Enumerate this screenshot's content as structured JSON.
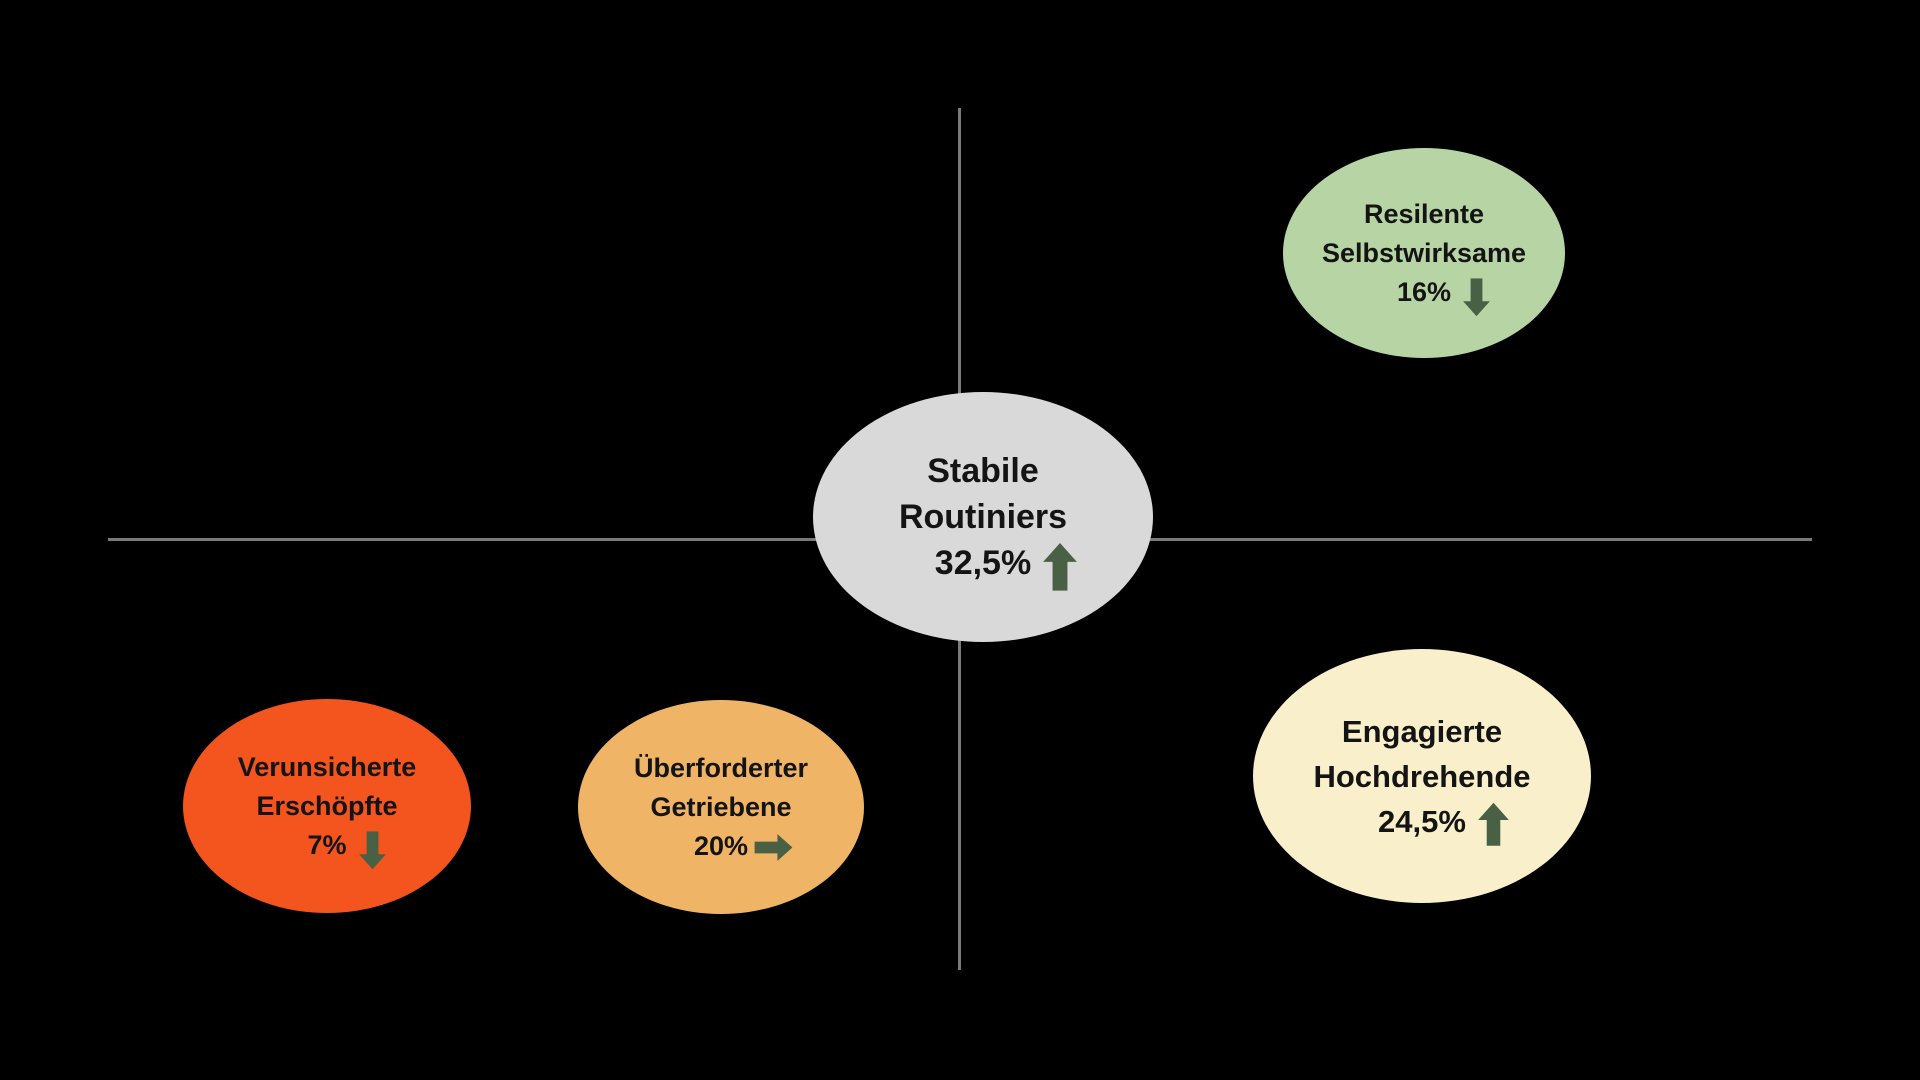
{
  "colors": {
    "background": "#000000",
    "axis": "#7a7a7a",
    "arrow": "#4a6044",
    "text": "#141414"
  },
  "bubbles": [
    {
      "name": "Stabile Routiniers",
      "line1": "Stabile",
      "line2": "Routiniers",
      "value": "32,5%",
      "trend": "up",
      "fill": "#d9d9d9"
    },
    {
      "name": "Resilente Selbstwirksame",
      "line1": "Resilente",
      "line2": "Selbstwirksame",
      "value": "16%",
      "trend": "down",
      "fill": "#b7d4a5"
    },
    {
      "name": "Verunsicherte Erschöpfte",
      "line1": "Verunsicherte",
      "line2": "Erschöpfte",
      "value": "7%",
      "trend": "down",
      "fill": "#f4541e"
    },
    {
      "name": "Überforderter Getriebene",
      "line1": "Überforderter",
      "line2": "Getriebene",
      "value": "20%",
      "trend": "right",
      "fill": "#f0b467"
    },
    {
      "name": "Engagierte Hochdrehende",
      "line1": "Engagierte",
      "line2": "Hochdrehende",
      "value": "24,5%",
      "trend": "up",
      "fill": "#f9efca"
    }
  ],
  "chart_data": {
    "type": "bubble",
    "title": "",
    "xlabel": "",
    "ylabel": "",
    "gridlines": false,
    "layout": "quadrant chart, crossed gray axes on black background",
    "points": [
      {
        "label": "Stabile Routiniers",
        "value_pct": 32.5,
        "value_label": "32,5%",
        "trend": "up",
        "position": "center of axes"
      },
      {
        "label": "Resilente Selbstwirksame",
        "value_pct": 16,
        "value_label": "16%",
        "trend": "down",
        "position": "top-right quadrant"
      },
      {
        "label": "Verunsicherte Erschöpfte",
        "value_pct": 7,
        "value_label": "7%",
        "trend": "down",
        "position": "bottom-left quadrant, far left"
      },
      {
        "label": "Überforderter Getriebene",
        "value_pct": 20,
        "value_label": "20%",
        "trend": "right",
        "position": "bottom-left quadrant, near axis"
      },
      {
        "label": "Engagierte Hochdrehende",
        "value_pct": 24.5,
        "value_label": "24,5%",
        "trend": "up",
        "position": "bottom-right quadrant"
      }
    ]
  }
}
